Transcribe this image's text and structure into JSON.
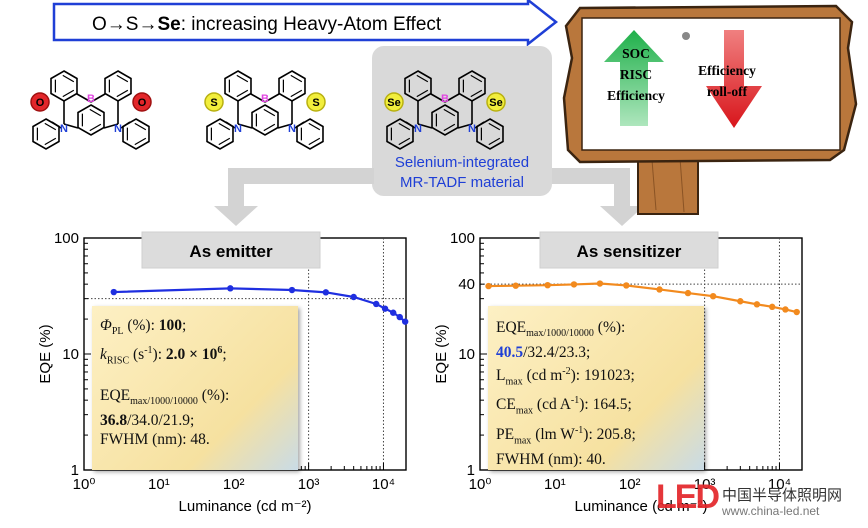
{
  "header": {
    "arrow_text_prefix": "O→S→",
    "arrow_text_bold": "Se",
    "arrow_text_suffix": ": increasing Heavy-Atom Effect"
  },
  "molecules": {
    "boron_label": "B",
    "nitrogen_label": "N",
    "m1_heteroatom": "O",
    "m2_heteroatom": "S",
    "m3_heteroatom": "Se",
    "selenium_caption_line1": "Selenium-integrated",
    "selenium_caption_line2": "MR-TADF material"
  },
  "sign": {
    "up_lines": [
      "SOC",
      "RISC",
      "Efficiency"
    ],
    "down_lines": [
      "Efficiency",
      "roll-off"
    ],
    "colors": {
      "up": "#2fbf5a",
      "down": "#e3262a",
      "wood": "#b9773c"
    }
  },
  "chart_left": {
    "tab_label": "As emitter",
    "ylabel": "EQE (%)",
    "xlabel": "Luminance (cd m⁻²)",
    "y_ticks": [
      "1",
      "10",
      "100"
    ],
    "x_ticks": [
      "10⁰",
      "10¹",
      "10²",
      "10³",
      "10⁴"
    ],
    "info": {
      "plqy_label": "Φ",
      "plqy_sub": "PL",
      "plqy_rest": " (%): ",
      "plqy_value": "100",
      "krisc_label": "k",
      "krisc_sub": "RISC",
      "krisc_rest": " (s",
      "krisc_exp": "-1",
      "krisc_rest2": "): ",
      "krisc_value": "2.0 × 10",
      "krisc_value_exp": "6",
      "eqe_label": "EQE",
      "eqe_sub": "max/1000/10000",
      "eqe_rest": " (%):",
      "eqe_value_bold": "36.8",
      "eqe_value_rest": "/34.0/21.9;",
      "fwhm": "FWHM (nm): 48."
    }
  },
  "chart_right": {
    "tab_label": "As sensitizer",
    "ylabel": "EQE (%)",
    "xlabel": "Luminance (cd m⁻²)",
    "y_ticks": [
      "1",
      "10",
      "40",
      "100"
    ],
    "x_ticks": [
      "10⁰",
      "10¹",
      "10²",
      "10³",
      "10⁴"
    ],
    "info": {
      "eqe_label": "EQE",
      "eqe_sub": "max/1000/10000",
      "eqe_rest": " (%):",
      "eqe_value_blue": "40.5",
      "eqe_value_rest": "/32.4/23.3;",
      "lmax_label": "L",
      "lmax_sub": "max",
      "lmax_rest": " (cd m",
      "lmax_exp": "-2",
      "lmax_val": "): 191023;",
      "ce_label": "CE",
      "ce_sub": "max",
      "ce_rest": " (cd A",
      "ce_exp": "-1",
      "ce_val": "): 164.5;",
      "pe_label": "PE",
      "pe_sub": "max",
      "pe_rest": " (lm W",
      "pe_exp": "-1",
      "pe_val": "): 205.8;",
      "fwhm": "FWHM (nm): 40."
    }
  },
  "chart_data": [
    {
      "type": "line",
      "title": "As emitter",
      "xlabel": "Luminance (cd m-2)",
      "ylabel": "EQE (%)",
      "xscale": "log",
      "yscale": "log",
      "xlim": [
        1,
        20000
      ],
      "ylim": [
        1,
        100
      ],
      "series": [
        {
          "name": "",
          "color": "#1f2fe0",
          "x": [
            2.5,
            90,
            600,
            1700,
            4000,
            8000,
            10500,
            13500,
            16500,
            19500
          ],
          "y": [
            34.2,
            36.8,
            35.6,
            34.0,
            31.0,
            27.0,
            24.6,
            22.7,
            20.8,
            19.0
          ]
        }
      ],
      "reference_lines": {
        "y": 30,
        "x": [
          1000,
          10000
        ]
      }
    },
    {
      "type": "line",
      "title": "As sensitizer",
      "xlabel": "Luminance (cd m-2)",
      "ylabel": "EQE (%)",
      "xscale": "log",
      "yscale": "log",
      "xlim": [
        1,
        20000
      ],
      "ylim": [
        1,
        100
      ],
      "series": [
        {
          "name": "",
          "color": "#f28a1e",
          "x": [
            1.3,
            3,
            8,
            18,
            40,
            90,
            250,
            600,
            1300,
            3000,
            5000,
            8000,
            12000,
            17000
          ],
          "y": [
            38.5,
            38.8,
            39.2,
            39.8,
            40.5,
            39.0,
            36.0,
            33.5,
            31.5,
            28.5,
            26.8,
            25.5,
            24.2,
            23.0
          ]
        }
      ],
      "reference_lines": {
        "y": 40,
        "x": [
          1000,
          10000
        ]
      }
    }
  ],
  "watermark": {
    "logo_text": "LED",
    "cn_text": "中国半导体照明网",
    "url_text": "www.china-led.net"
  }
}
